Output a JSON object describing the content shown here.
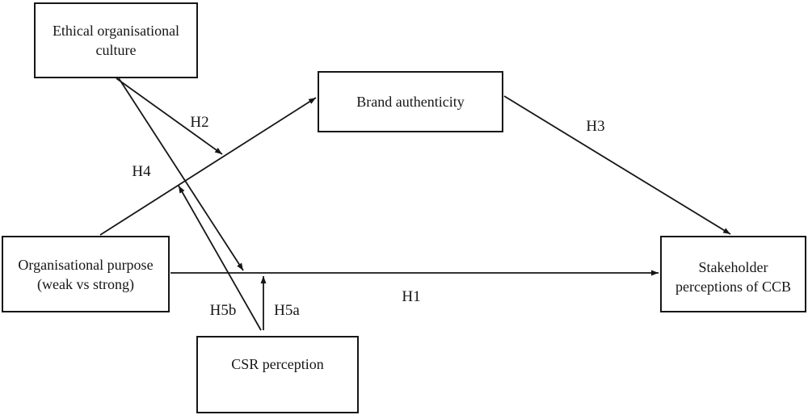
{
  "figure": {
    "background_color": "#ffffff",
    "line_color": "#161616",
    "nodes": {
      "ethical_culture": {
        "line1": "Ethical organisational",
        "line2": "culture"
      },
      "brand_authenticity": {
        "line1": "Brand authenticity"
      },
      "organisational_purpose": {
        "line1": "Organisational purpose",
        "line2": "(weak vs strong)"
      },
      "stakeholder_ccb": {
        "line1": "Stakeholder",
        "line2": "perceptions of CCB"
      },
      "csr_perception": {
        "line1": "CSR perception"
      }
    },
    "arrows": {
      "purpose_to_brand": {
        "label": "",
        "from": "Organisational purpose (weak vs strong)",
        "to": "Brand authenticity"
      },
      "h1": {
        "label": "H1",
        "from": "Organisational purpose (weak vs strong)",
        "to": "Stakeholder perceptions of CCB"
      },
      "h2": {
        "label": "H2",
        "from": "Ethical organisational culture",
        "to": "path: Organisational purpose to Brand authenticity"
      },
      "h3": {
        "label": "H3",
        "from": "Brand authenticity",
        "to": "Stakeholder perceptions of CCB"
      },
      "h4": {
        "label": "H4",
        "from": "Ethical organisational culture",
        "to": "path: Organisational purpose to Stakeholder perceptions of CCB"
      },
      "h5a": {
        "label": "H5a",
        "from": "CSR perception",
        "to": "path: Organisational purpose to Stakeholder perceptions of CCB"
      },
      "h5b": {
        "label": "H5b",
        "from": "CSR perception",
        "to": "path: Organisational purpose to Brand authenticity"
      }
    }
  }
}
